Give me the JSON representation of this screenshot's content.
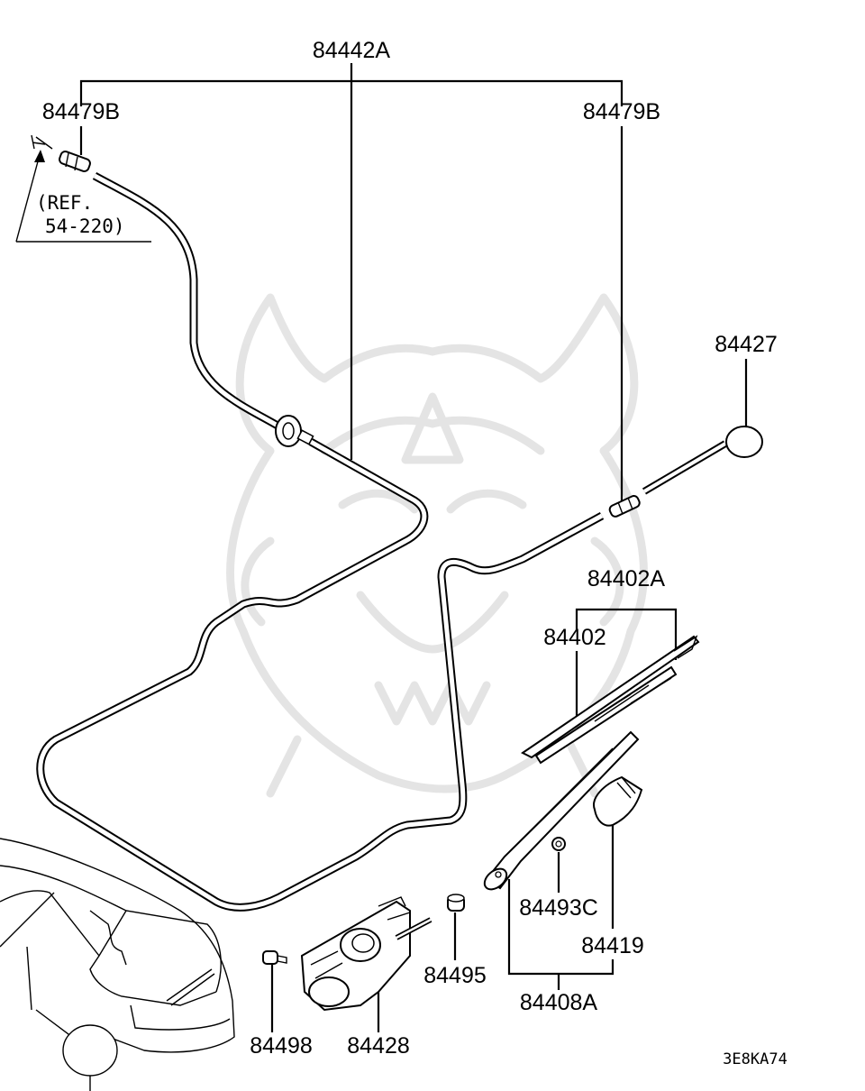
{
  "diagram": {
    "labels": {
      "p84442A": "84442A",
      "p84479B_left": "84479B",
      "p84479B_right": "84479B",
      "ref_line1": "(REF.",
      "ref_line2": "54-220)",
      "p84427": "84427",
      "p84402A": "84402A",
      "p84402": "84402",
      "p84493C": "84493C",
      "p84419": "84419",
      "p84495": "84495",
      "p84408A": "84408A",
      "p84498": "84498",
      "p84428": "84428"
    },
    "diagram_code": "3E8KA74"
  }
}
